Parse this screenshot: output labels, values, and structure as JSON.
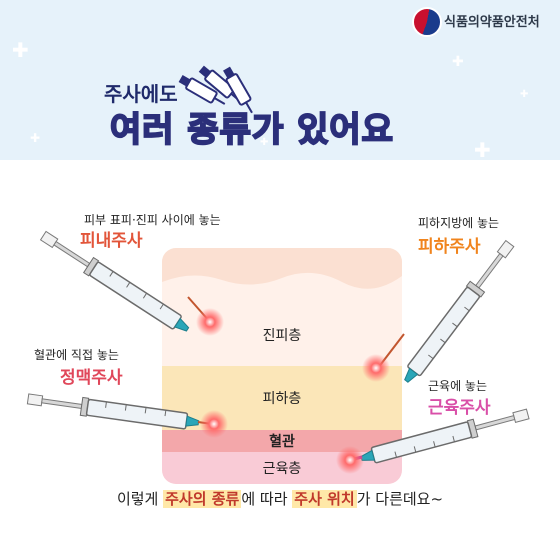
{
  "header": {
    "agency": "식품의약품안전처",
    "subtitle": "주사에도",
    "title": "여러 종류가 있어요"
  },
  "layers": {
    "dermis": "진피층",
    "fat": "피하층",
    "vessel": "혈관",
    "muscle": "근육층"
  },
  "injections": {
    "intradermal": {
      "desc": "피부 표피·진피 사이에 놓는",
      "name": "피내주사",
      "color": "#e2553a"
    },
    "subcutaneous": {
      "desc": "피하지방에 놓는",
      "name": "피하주사",
      "color": "#f0841d"
    },
    "intravenous": {
      "desc": "혈관에 직접 놓는",
      "name": "정맥주사",
      "color": "#e0475a"
    },
    "intramuscular": {
      "desc": "근육에 놓는",
      "name": "근육주사",
      "color": "#d94fa8"
    }
  },
  "caption": {
    "part1": "이렇게 ",
    "hl1": "주사의 종류",
    "part2": "에 따라 ",
    "hl2": "주사 위치",
    "part3": "가 다른데요~"
  }
}
